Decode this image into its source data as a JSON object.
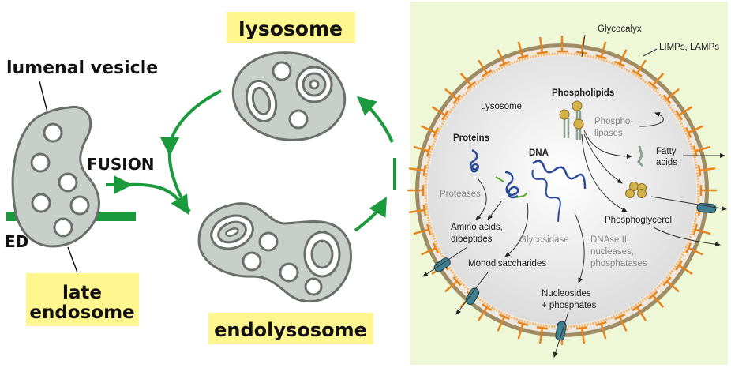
{
  "left_panel": {
    "lysosome_label": "lysosome",
    "lumenal_vesicle_label": "lumenal vesicle",
    "fusion_label": "FUSION",
    "partial_label": "ED",
    "late_endosome_label": [
      "late",
      "endosome"
    ],
    "endolysosome_label": "endolysosome"
  },
  "right_panel": {
    "glycocalyx": "Glycocalyx",
    "limps_lamps": "LIMPs, LAMPs",
    "lysosome": "Lysosome",
    "phospholipids": "Phospholipids",
    "phospholipases": [
      "Phospho-",
      "lipases"
    ],
    "proteins": "Proteins",
    "dna": "DNA",
    "fatty_acids": [
      "Fatty",
      "acids"
    ],
    "proteases": "Proteases",
    "phosphoglycerol": "Phosphoglycerol",
    "amino_acids": [
      "Amino acids,",
      "dipeptides"
    ],
    "glycosidase": "Glycosidase",
    "dnase": [
      "DNAse II,",
      "nucleases,",
      "phosphatases"
    ],
    "monodisaccharides": "Monodisaccharides",
    "nucleosides": [
      "Nucleosides",
      "+ phosphates"
    ]
  },
  "colors": {
    "green": "#1a9a3c",
    "label_bg": "#fff68f",
    "panel_bg": "#eef7d6",
    "membrane": "#a08c64",
    "limp": "#e8841c"
  }
}
